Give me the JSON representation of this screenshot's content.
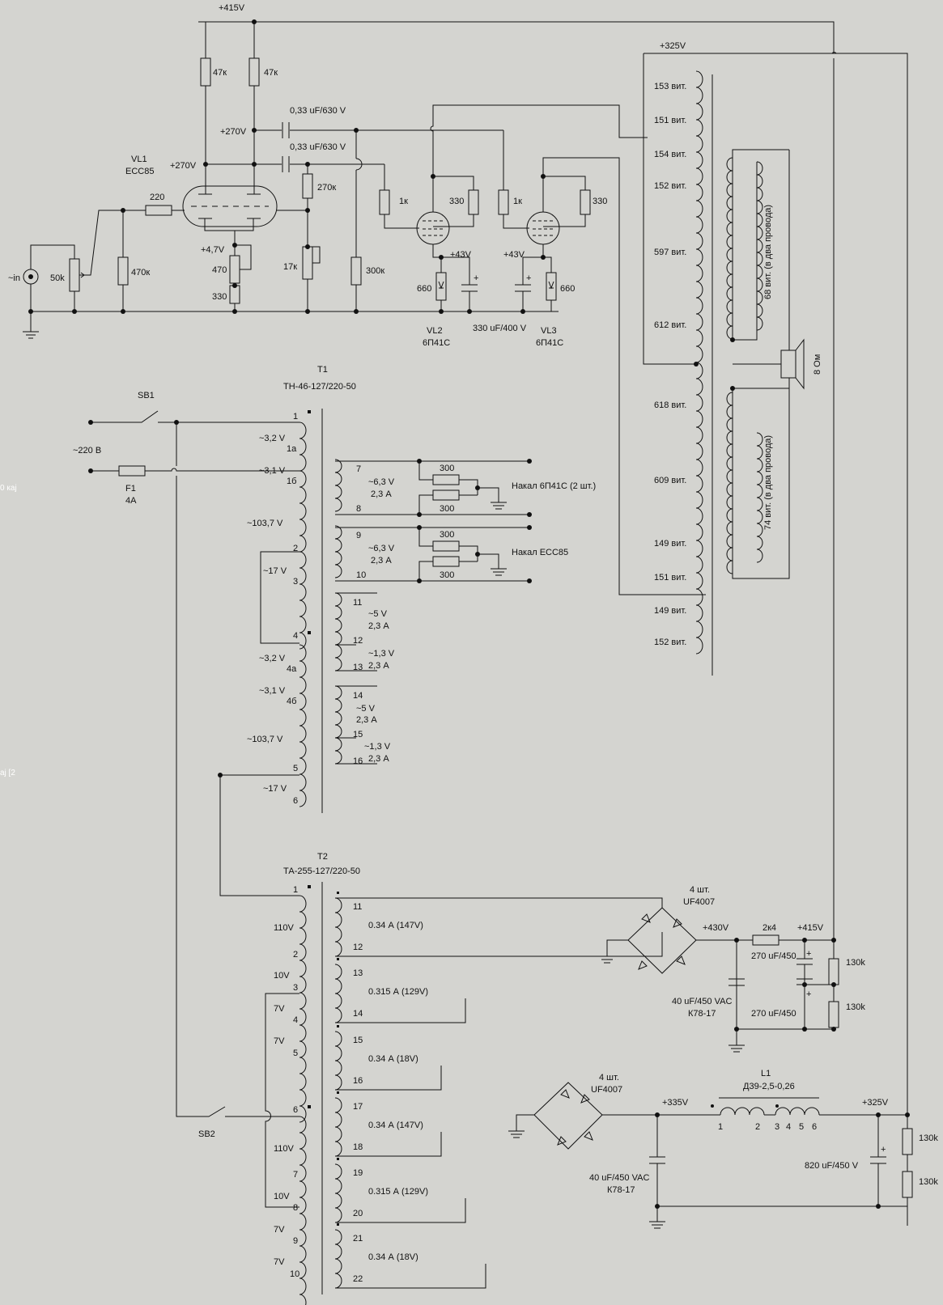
{
  "edge_fragments": [
    "0 кај",
    "ај [2"
  ],
  "power": {
    "b415": "+415V",
    "b325": "+325V",
    "b270a": "+270V",
    "b270b": "+270V",
    "cath47": "+4,7V",
    "vl2_43": "+43V",
    "vl3_43": "+43V",
    "b430": "+430V",
    "b415r": "+415V",
    "b335": "+335V",
    "b325r": "+325V"
  },
  "input": {
    "jack": "~in",
    "pot": "50k",
    "r470": "470к",
    "r220": "220"
  },
  "vl1": {
    "name": "VL1",
    "type": "ECC85",
    "ra1": "47к",
    "ra2": "47к",
    "rk1": "470",
    "rk2": "330",
    "r270": "270к",
    "pot17": "17к",
    "r300": "300к"
  },
  "coupling": {
    "c1": "0,33 uF/630 V",
    "c2": "0,33 uF/630 V"
  },
  "vl2": {
    "name": "VL2",
    "type": "6П41С",
    "rg": "1к",
    "rs": "330",
    "rk": "660"
  },
  "vl3": {
    "name": "VL3",
    "type": "6П41С",
    "rg": "1к",
    "rs": "330",
    "rk": "660"
  },
  "cathcap": "330 uF/400 V",
  "ot": {
    "primary": [
      "153 вит.",
      "151 вит.",
      "154 вит.",
      "152 вит.",
      "597 вит.",
      "612 вит.",
      "618 вит.",
      "609 вит.",
      "149 вит.",
      "151 вит.",
      "149 вит.",
      "152 вит."
    ],
    "sec1": "68 вит. (в два провода)",
    "sec2": "74 вит. (в два провода)",
    "speaker": "8 Ом"
  },
  "t1": {
    "name": "T1",
    "type": "ТН-46-127/220-50",
    "sb1": "SB1",
    "mains": "~220 В",
    "fuse": "F1",
    "fuse_rating": "4А",
    "prim_pins": [
      "1",
      "1а",
      "1б",
      "2",
      "3",
      "4",
      "4а",
      "4б",
      "5",
      "6"
    ],
    "prim_volts": [
      "~3,2 V",
      "~3,1 V",
      "~103,7 V",
      "~17 V",
      "~3,2 V",
      "~3,1 V",
      "~103,7 V",
      "~17 V"
    ],
    "heater1": {
      "pins": [
        "7",
        "8"
      ],
      "v": "~6,3 V",
      "a": "2,3 А",
      "r1": "300",
      "r2": "300",
      "label": "Накал 6П41С (2 шт.)"
    },
    "heater2": {
      "pins": [
        "9",
        "10"
      ],
      "v": "~6,3 V",
      "a": "2,3 А",
      "r1": "300",
      "r2": "300",
      "label": "Накал ECC85"
    },
    "sec_a": {
      "pins": [
        "11",
        "12",
        "13"
      ],
      "v1": "~5 V",
      "a1": "2,3 А",
      "v2": "~1,3 V",
      "a2": "2,3 А"
    },
    "sec_b": {
      "pins": [
        "14",
        "15",
        "16"
      ],
      "v1": "~5 V",
      "a1": "2,3 А",
      "v2": "~1,3 V",
      "a2": "2,3 А"
    }
  },
  "t2": {
    "name": "T2",
    "type": "ТА-255-127/220-50",
    "sb2": "SB2",
    "prim_pins": [
      "1",
      "2",
      "3",
      "4",
      "5",
      "6",
      "7",
      "8",
      "9",
      "10"
    ],
    "prim_volts": [
      "110V",
      "10V",
      "7V",
      "7V",
      "110V",
      "10V",
      "7V",
      "7V"
    ],
    "sec": [
      {
        "a": "11",
        "b": "12",
        "label": "0.34 А (147V)"
      },
      {
        "a": "13",
        "b": "14",
        "label": "0.315 А (129V)"
      },
      {
        "a": "15",
        "b": "16",
        "label": "0.34 А (18V)"
      },
      {
        "a": "17",
        "b": "18",
        "label": "0.34 А (147V)"
      },
      {
        "a": "19",
        "b": "20",
        "label": "0.315 А (129V)"
      },
      {
        "a": "21",
        "b": "22",
        "label": "0.34 А (18V)"
      }
    ]
  },
  "psu": {
    "br1_qty": "4 шт.",
    "br1_type": "UF4007",
    "br2_qty": "4 шт.",
    "br2_type": "UF4007",
    "r2k4": "2к4",
    "c270a": "270 uF/450",
    "c270b": "270 uF/450",
    "c40a": "40 uF/450 VAC",
    "c40a_type": "К78-17",
    "c40b": "40 uF/450 VAC",
    "c40b_type": "К78-17",
    "r130a": "130k",
    "r130b": "130k",
    "r130c": "130k",
    "r130d": "130k",
    "l1": "L1",
    "l1_type": "Д39-2,5-0,26",
    "l1_pins": [
      "1",
      "2",
      "3",
      "4",
      "5",
      "6"
    ],
    "c820": "820 uF/450 V"
  }
}
